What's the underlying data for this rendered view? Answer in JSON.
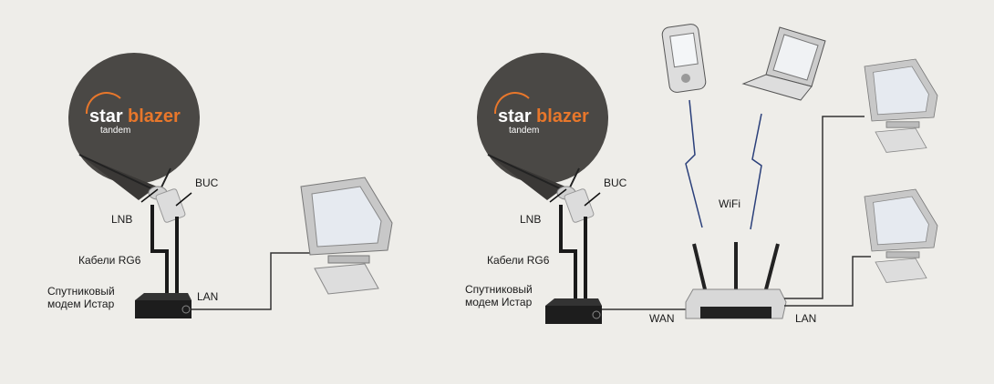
{
  "left_scheme": {
    "logo_star": "star",
    "logo_blazer": "blazer",
    "logo_tandem": "tandem",
    "lnb": "LNB",
    "buc": "BUC",
    "cables": "Кабели RG6",
    "modem_line1": "Спутниковый",
    "modem_line2": "модем Истар",
    "lan": "LAN"
  },
  "right_scheme": {
    "logo_star": "star",
    "logo_blazer": "blazer",
    "logo_tandem": "tandem",
    "lnb": "LNB",
    "buc": "BUC",
    "cables": "Кабели RG6",
    "modem_line1": "Спутниковый",
    "modem_line2": "модем Истар",
    "wan": "WAN",
    "wifi": "WiFi",
    "lan": "LAN"
  },
  "colors": {
    "logo_accent": "#e8772b",
    "dish": "#4a4845",
    "background": "#eeede9",
    "wifi_signal": "#2a3f7a"
  }
}
